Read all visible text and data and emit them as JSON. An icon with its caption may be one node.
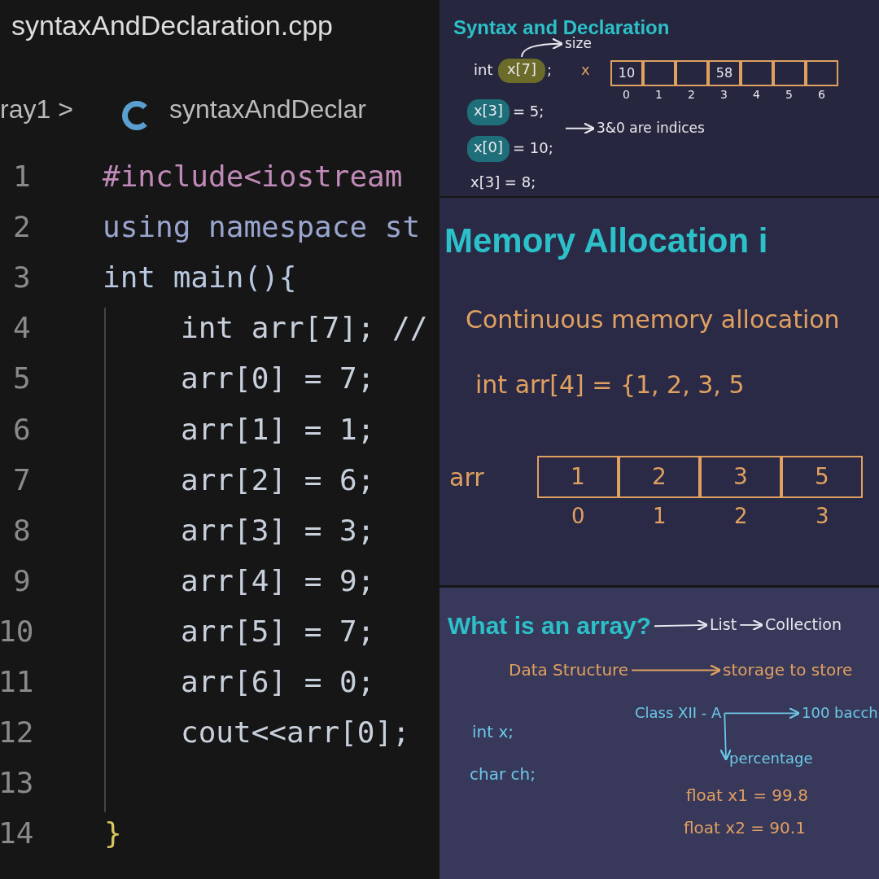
{
  "diagram": {
    "nodes": [
      {
        "text": [
          "x[7]"
        ]
      },
      {
        "text": [
          "size"
        ]
      },
      {
        "text": [
          "10"
        ]
      },
      {
        "text": [],
        "shape": "box"
      },
      {
        "text": [],
        "shape": "box"
      },
      {
        "text": [
          "58"
        ]
      },
      {
        "text": [],
        "shape": "box"
      },
      {
        "text": [],
        "shape": "box"
      },
      {
        "text": [],
        "shape": "box"
      },
      {
        "text": [
          "x[3]"
        ]
      },
      {
        "text": [
          "x[0]"
        ]
      },
      {
        "text": [
          "3&0 are indices"
        ]
      },
      {
        "text": [
          "1"
        ]
      },
      {
        "text": [
          "2"
        ]
      },
      {
        "text": [
          "3"
        ]
      },
      {
        "text": [
          "5"
        ]
      },
      {
        "text": [
          "What is an array?"
        ]
      },
      {
        "text": [
          "List"
        ]
      },
      {
        "text": [
          "Collection"
        ]
      },
      {
        "text": [
          "Data Structure"
        ]
      },
      {
        "text": [
          "storage to store"
        ]
      },
      {
        "text": [
          "Class XII - A"
        ]
      },
      {
        "text": [
          "100 bacch"
        ]
      },
      {
        "text": [
          "percentage"
        ]
      }
    ],
    "edges": [
      {
        "from": 0,
        "to": 1,
        "arrow": "to"
      },
      {
        "from": null,
        "to": 11,
        "arrow": "to"
      },
      {
        "from": 16,
        "to": 17,
        "arrow": "to"
      },
      {
        "from": 17,
        "to": 18,
        "arrow": "to"
      },
      {
        "from": 19,
        "to": 20,
        "arrow": "to",
        "color": "#e0a060"
      },
      {
        "from": 21,
        "to": 22,
        "arrow": "to",
        "color": "#6cc8e8"
      },
      {
        "from": 21,
        "to": 23,
        "arrow": "to",
        "color": "#6cc8e8"
      }
    ],
    "labels": [
      "syntaxAndDeclaration.cpp",
      "ray1 >",
      "syntaxAndDeclar",
      "1",
      "#include<iostream",
      "2",
      "using namespace st",
      "3",
      "int main(){",
      "4",
      "int arr[7]; //",
      "5",
      "arr[0] = 7;",
      "6",
      "arr[1] = 1;",
      "7",
      "arr[2] = 6;",
      "8",
      "arr[3] = 3;",
      "9",
      "arr[4] = 9;",
      "10",
      "arr[5] = 7;",
      "11",
      "arr[6] = 0;",
      "12",
      "cout<<arr[0];",
      "13",
      "14",
      "}",
      "Syntax and Declaration",
      "int",
      ";",
      "x",
      "0",
      "1",
      "2",
      "3",
      "4",
      "5",
      "6",
      "= 5;",
      "= 10;",
      "x[3] = 8;",
      "Memory Allocation i",
      "Continuous memory allocation",
      "int arr[4] = {1, 2, 3, 5",
      "arr",
      "0",
      "1",
      "2",
      "3",
      "int x;",
      "char ch;",
      "float x1 = 99.8",
      "float x2 = 90.1"
    ]
  }
}
